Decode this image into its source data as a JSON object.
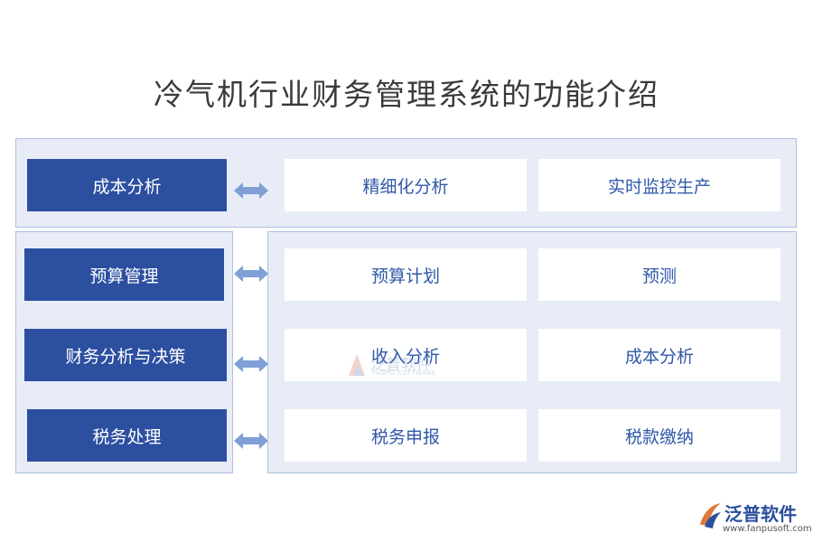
{
  "title": "冷气机行业财务管理系统的功能介绍",
  "rows": [
    {
      "category": "成本分析",
      "items": [
        "精细化分析",
        "实时监控生产"
      ]
    },
    {
      "category": "预算管理",
      "items": [
        "预算计划",
        "预测"
      ]
    },
    {
      "category": "财务分析与决策",
      "items": [
        "收入分析",
        "成本分析"
      ]
    },
    {
      "category": "税务处理",
      "items": [
        "税务申报",
        "税款缴纳"
      ]
    }
  ],
  "watermark": {
    "name": "泛普软件",
    "sub": "FANPU SOFTWARE"
  },
  "logo": {
    "name": "泛普软件",
    "url": "www.fanpusoft.com"
  },
  "colors": {
    "category_fill": "#2c4fa0",
    "panel_fill": "#e7ecf6",
    "item_text": "#2f58a8",
    "arrow": "#7f9fd6"
  }
}
